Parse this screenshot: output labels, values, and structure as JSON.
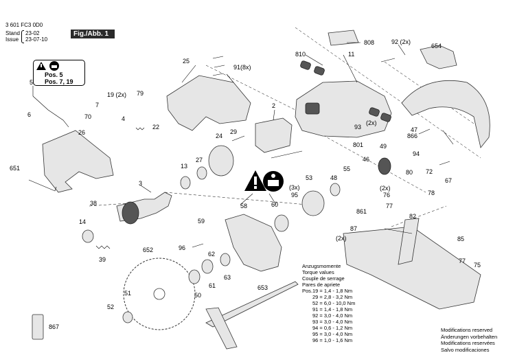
{
  "header": {
    "doc_number": "3 601 FC3 0D0",
    "stand_label": "Stand",
    "stand_date": "23-02",
    "issue_label": "Issue",
    "issue_date": "23-07-10",
    "figure": "Fig./Abb. 1"
  },
  "warning": {
    "line1": "Pos. 5",
    "line2": "Pos. 7, 19",
    "icons": [
      "warning-triangle-icon",
      "read-manual-icon"
    ]
  },
  "torque": {
    "title": [
      "Anzugsmomente",
      "Torque values",
      "Couple de serrage",
      "Pares de apriete"
    ],
    "rows": [
      "Pos.19 = 1,4 - 1,8 Nm",
      "29 = 2,8 - 3,2 Nm",
      "52 = 6,0 - 10,0 Nm",
      "91 = 1,4 - 1,8 Nm",
      "92 = 3,0 - 4,0 Nm",
      "93 = 3,0 - 4,0 Nm",
      "94 = 0,6 - 1,2 Nm",
      "95 = 3,0 - 4,0 Nm",
      "96 = 1,0 - 1,6 Nm"
    ]
  },
  "modifications": [
    "Modifications reserved",
    "Änderungen vorbehalten",
    "Modifications reservées",
    "Salvo modificaciones"
  ],
  "part_labels": {
    "p808": "808",
    "p810": "810",
    "p11": "11",
    "p92": "92 (2x)",
    "p654": "654",
    "p25": "25",
    "p91": "91(8x)",
    "p5": "5",
    "p19": "19 (2x)",
    "p79": "79",
    "p7": "7",
    "p70": "70",
    "p6": "6",
    "p4": "4",
    "p22": "22",
    "p26": "26",
    "p2": "2",
    "p29": "29",
    "p24": "24",
    "p93": "93",
    "p2x": "(2x)",
    "p801": "801",
    "p47": "47",
    "p866": "866",
    "p49": "49",
    "p94": "94",
    "p72": "72",
    "p80": "80",
    "p67": "67",
    "p651": "651",
    "p13": "13",
    "p27": "27",
    "p46": "46",
    "p55": "55",
    "p48": "48",
    "p53": "53",
    "p3x": "(3x)",
    "p95": "95",
    "p78": "78",
    "p76": "(2x)\n76",
    "p77a": "77",
    "p3": "3",
    "p38": "38",
    "p58": "58",
    "p60": "60",
    "p861": "861",
    "p82": "82",
    "p14": "14",
    "p59": "59",
    "p87": "87",
    "p2xb": "(2x)",
    "p85": "85",
    "p96": "96",
    "p652": "652",
    "p39": "39",
    "p62": "62",
    "p63": "63",
    "p61": "61",
    "p50": "50",
    "p77b": "77",
    "p75": "75",
    "p653": "653",
    "p51": "51",
    "p52": "52",
    "p867": "867"
  }
}
